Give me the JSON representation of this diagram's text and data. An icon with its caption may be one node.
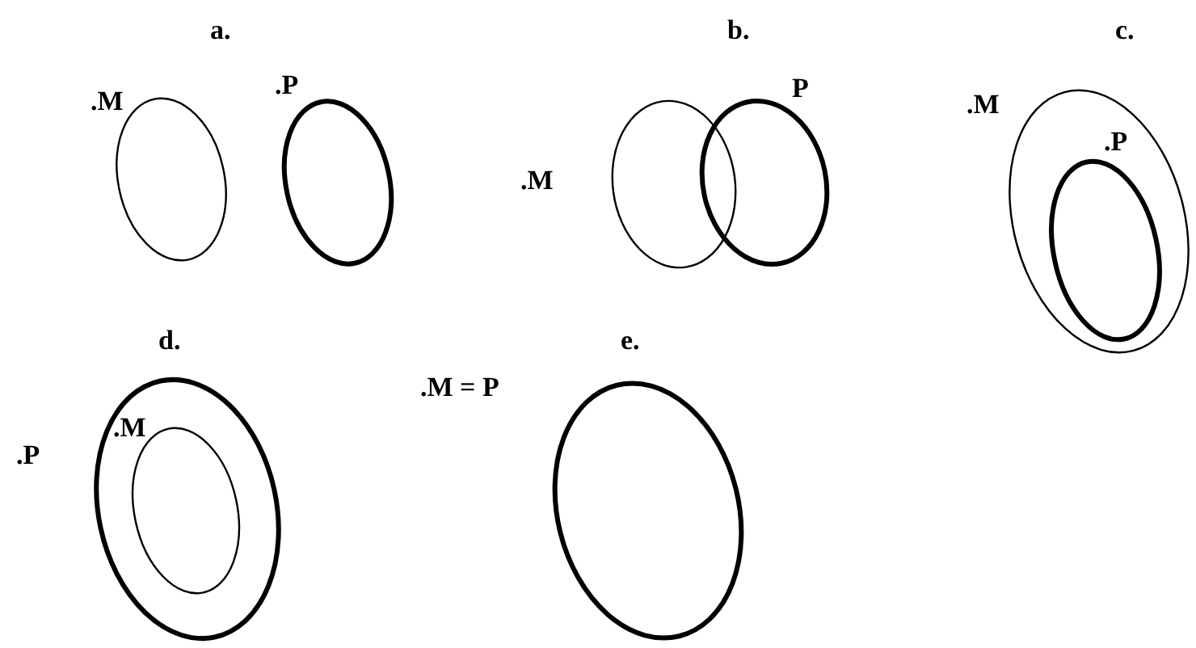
{
  "diagram": {
    "nodes": [
      {
        "text": [
          ".M"
        ]
      },
      {
        "text": [
          ".P"
        ]
      },
      {
        "text": [
          ".M"
        ]
      },
      {
        "text": [
          "P"
        ]
      },
      {
        "text": [
          ".M"
        ]
      },
      {
        "text": [
          ".P"
        ],
        "in": 4
      },
      {
        "text": [
          ".P"
        ]
      },
      {
        "text": [
          ".M"
        ],
        "in": 6
      },
      {
        "text": [
          ".M = P"
        ]
      }
    ],
    "labels": [
      "a.",
      "b.",
      "c.",
      "d.",
      "e."
    ]
  }
}
